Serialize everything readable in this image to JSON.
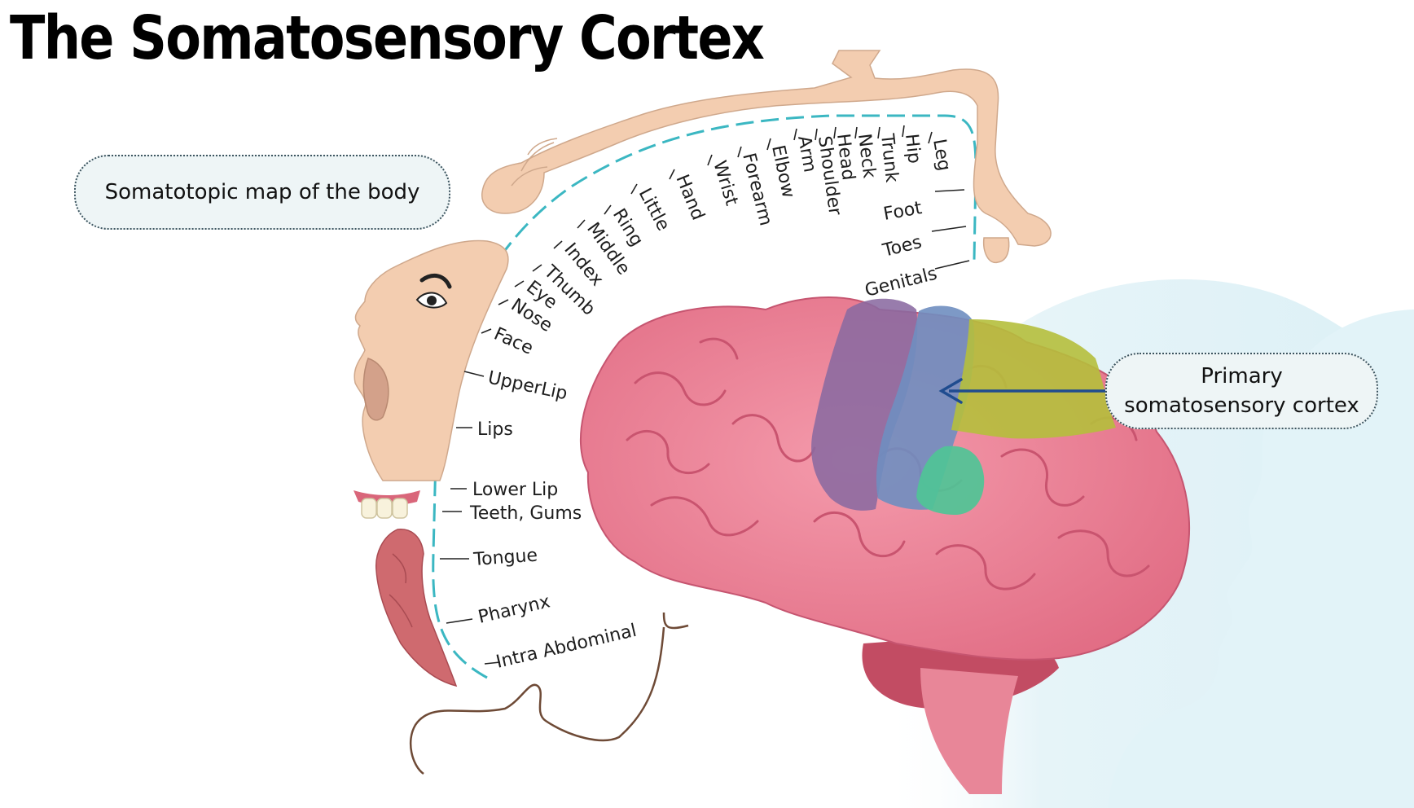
{
  "title": "The Somatosensory Cortex",
  "callouts": {
    "map": "Somatotopic map of the body",
    "cortex_line1": "Primary",
    "cortex_line2": "somatosensory cortex"
  },
  "body_parts": {
    "leg": "Leg",
    "hip": "Hip",
    "trunk": "Trunk",
    "neck": "Neck",
    "head": "Head",
    "shoulder": "Shoulder",
    "arm": "Arm",
    "elbow": "Elbow",
    "forearm": "Forearm",
    "wrist": "Wrist",
    "hand": "Hand",
    "little": "Little",
    "ring": "Ring",
    "middle": "Middle",
    "index": "Index",
    "thumb": "Thumb",
    "eye": "Eye",
    "nose": "Nose",
    "face": "Face",
    "upper_lip": "UpperLip",
    "lips": "Lips",
    "lower_lip": "Lower Lip",
    "teeth_gums": "Teeth, Gums",
    "tongue": "Tongue",
    "pharynx": "Pharynx",
    "intra_abdominal": "Intra Abdominal",
    "foot": "Foot",
    "toes": "Toes",
    "genitals": "Genitals"
  },
  "colors": {
    "brain": "#ec7e93",
    "motor_cortex": "#8a6aa0",
    "somatosensory_cortex": "#6f8ec0",
    "parietal": "#b5bf3c",
    "insula": "#4fc496",
    "map_line": "#3bb7c2",
    "homunculus_skin": "#f3cdb0",
    "arrow": "#1f4c8f"
  }
}
